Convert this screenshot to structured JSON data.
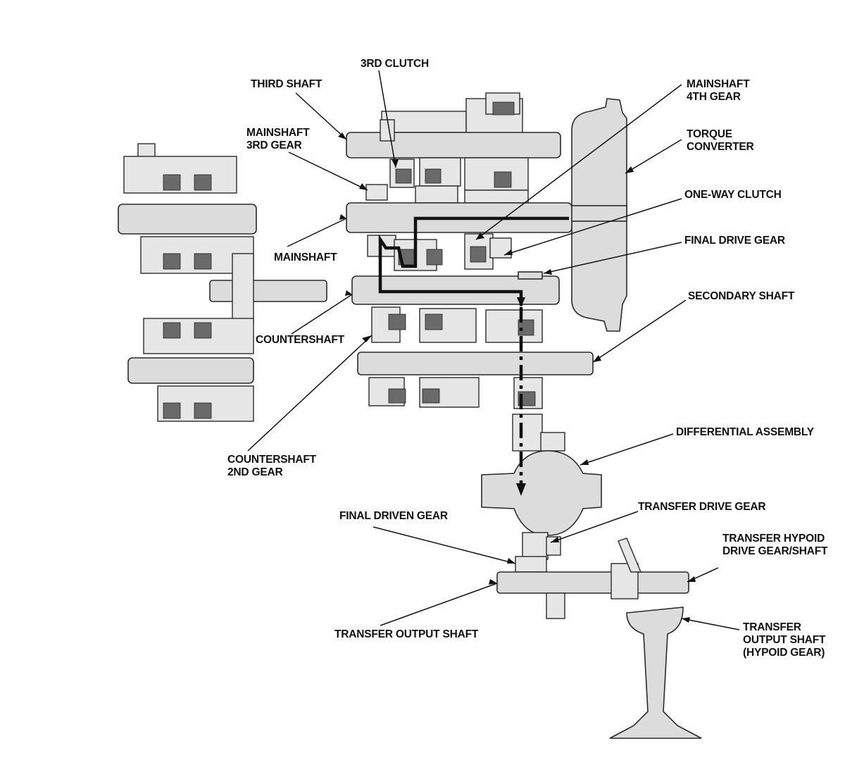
{
  "labels": {
    "third_shaft": "THIRD SHAFT",
    "third_clutch": "3RD CLUTCH",
    "mainshaft_4th_gear": [
      "MAINSHAFT",
      "4TH GEAR"
    ],
    "mainshaft_3rd_gear": [
      "MAINSHAFT",
      "3RD GEAR"
    ],
    "torque_converter": [
      "TORQUE",
      "CONVERTER"
    ],
    "one_way_clutch": "ONE-WAY CLUTCH",
    "mainshaft": "MAINSHAFT",
    "final_drive_gear": "FINAL DRIVE GEAR",
    "secondary_shaft": "SECONDARY SHAFT",
    "countershaft": "COUNTERSHAFT",
    "countershaft_2nd_gear": [
      "COUNTERSHAFT",
      "2ND GEAR"
    ],
    "differential_assembly": "DIFFERENTIAL ASSEMBLY",
    "transfer_drive_gear": "TRANSFER DRIVE GEAR",
    "final_driven_gear": "FINAL DRIVEN GEAR",
    "transfer_hypoid_drive_gear_shaft": [
      "TRANSFER HYPOID",
      "DRIVE GEAR/SHAFT"
    ],
    "transfer_output_shaft": "TRANSFER OUTPUT SHAFT",
    "transfer_output_shaft_hypoid": [
      "TRANSFER",
      "OUTPUT SHAFT",
      "(HYPOID GEAR)"
    ]
  }
}
